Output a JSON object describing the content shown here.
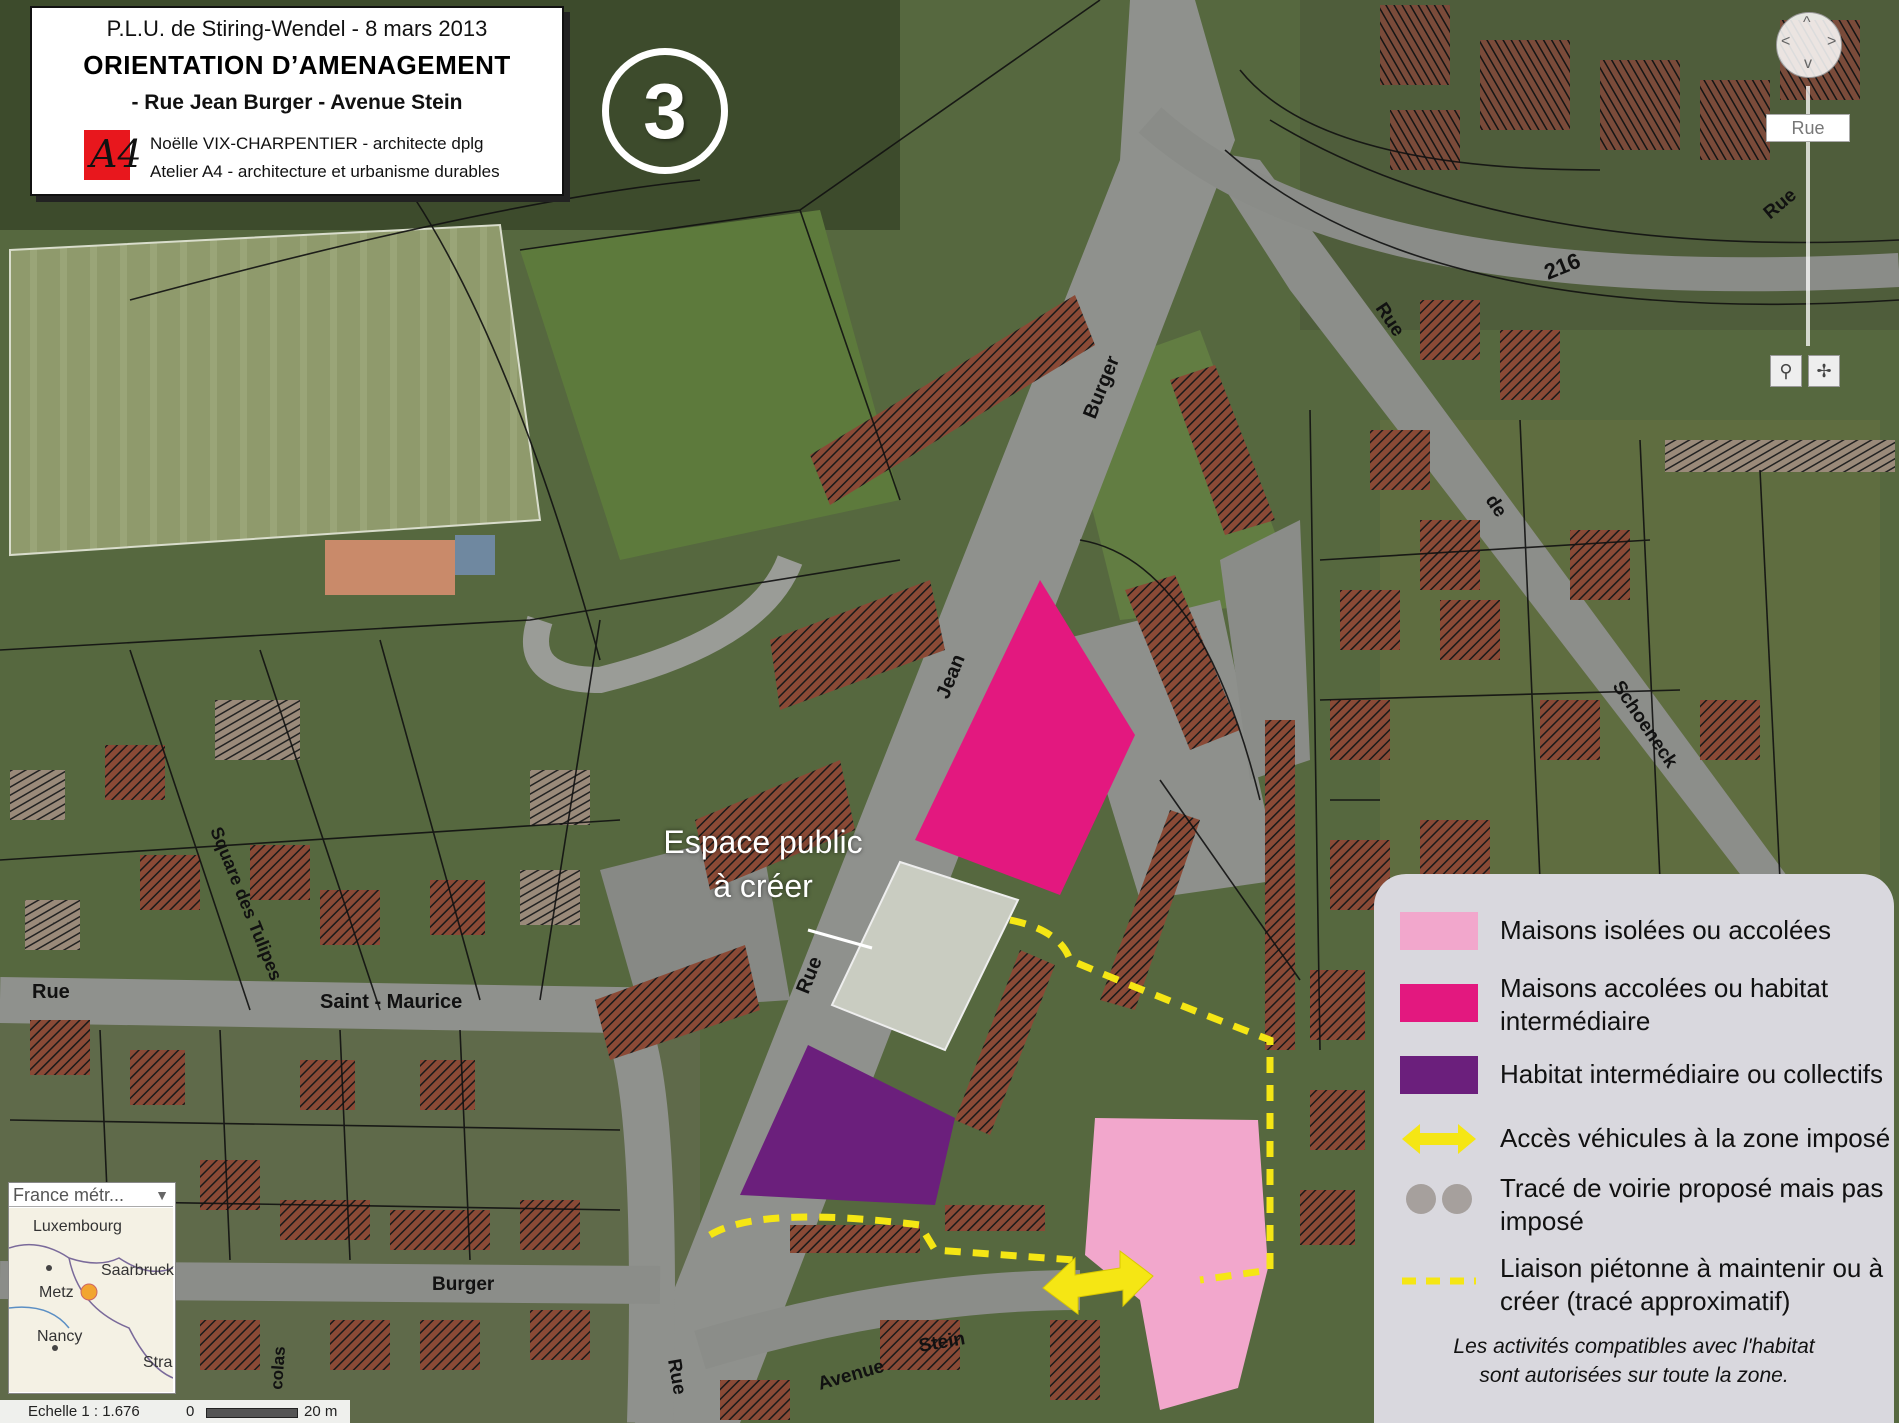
{
  "header": {
    "line1": "P.L.U. de Stiring-Wendel -  8 mars 2013",
    "title": "ORIENTATION D’AMENAGEMENT",
    "subtitle": "- Rue Jean Burger - Avenue Stein",
    "logo_text": "A4",
    "credit_1": "Noëlle VIX-CHARPENTIER - architecte dplg",
    "credit_2": "Atelier A4 - architecture et urbanisme durables"
  },
  "badge": "3",
  "nav": {
    "zoom_label": "Rue",
    "n": "^",
    "s": "v",
    "w": "<",
    "e": ">",
    "tool1": "⚲",
    "tool2": "✢"
  },
  "streets": {
    "burger_top": "Burger",
    "jean": "Jean",
    "rue_jean": "Rue",
    "rue_left": "Rue",
    "saint_maurice": "Saint - Maurice",
    "square": "Square des Tulipes",
    "rue_right": "Rue",
    "de": "de",
    "schoeneck": "Schoeneck",
    "burger_bottom": "Burger",
    "avenue": "Avenue",
    "stein": "Stein",
    "rue_bottom": "Rue",
    "rue_top": "Rue",
    "route": "216",
    "colas": "colas"
  },
  "espace": {
    "line1": "Espace public",
    "line2": "à créer"
  },
  "legend": {
    "colors": {
      "light_pink": "#f2a7cc",
      "magenta": "#e3187f",
      "purple": "#6b1f7c",
      "yellow": "#f5e614",
      "grey": "#a6a09d"
    },
    "items": [
      {
        "line1": "Maisons isolées ou accolées",
        "line2": ""
      },
      {
        "line1": "Maisons accolées ou habitat",
        "line2": "intermédiaire"
      },
      {
        "line1": "Habitat intermédiaire ou collectifs",
        "line2": ""
      },
      {
        "line1": "Accès véhicules à la zone imposé",
        "line2": ""
      },
      {
        "line1": "Tracé de voirie proposé mais pas",
        "line2": "imposé"
      },
      {
        "line1": "Liaison piétonne à maintenir ou à",
        "line2": "créer (tracé approximatif)"
      }
    ],
    "note_1": "Les activités compatibles avec l'habitat",
    "note_2": "sont autorisées sur toute la zone."
  },
  "minimap": {
    "select": "France métr...",
    "arrow": "▼",
    "luxembourg": "Luxembourg",
    "metz": "Metz",
    "saarbrucken": "Saarbruck",
    "nancy": "Nancy",
    "stra": "Stra"
  },
  "scale": {
    "echelle": "Echelle 1 : 1.676",
    "zero": "0",
    "twenty": "20 m"
  }
}
